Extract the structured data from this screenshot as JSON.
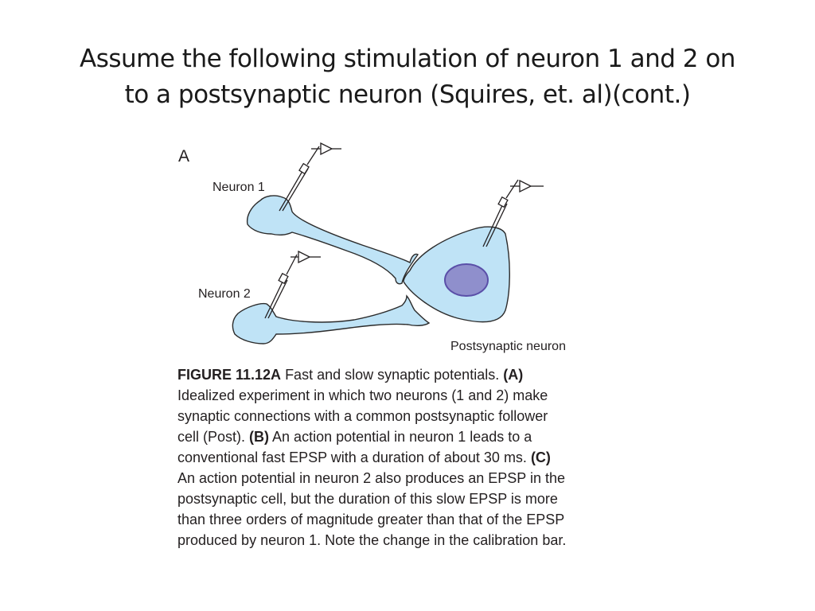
{
  "slide": {
    "title_lines": [
      "Assume the following stimulation of neuron 1 and 2 on",
      "to a postsynaptic neuron (Squires, et. al)(cont.)"
    ]
  },
  "figure": {
    "panel_label": "A",
    "neuron1_label": "Neuron 1",
    "neuron2_label": "Neuron 2",
    "post_label": "Postsynaptic neuron",
    "colors": {
      "cell_fill": "#bfe3f6",
      "cell_stroke": "#2b2b2b",
      "nucleus_fill": "#8f8fcc",
      "nucleus_stroke": "#5a4fa8"
    },
    "icons": [
      "electrode-icon",
      "amplifier-icon"
    ]
  },
  "caption": {
    "lines": [
      [
        {
          "t": "FIGURE 11.12A",
          "b": true
        },
        {
          "t": " Fast and slow synaptic potentials. "
        },
        {
          "t": "(A)",
          "b": true
        }
      ],
      [
        {
          "t": "Idealized experiment in which two neurons (1 and 2) make"
        }
      ],
      [
        {
          "t": "synaptic connections with a common postsynaptic follower"
        }
      ],
      [
        {
          "t": "cell (Post). "
        },
        {
          "t": "(B)",
          "b": true
        },
        {
          "t": " An action potential in neuron 1 leads to a"
        }
      ],
      [
        {
          "t": "conventional fast EPSP with a duration of about 30 ms. "
        },
        {
          "t": "(C)",
          "b": true
        }
      ],
      [
        {
          "t": "An action potential in neuron 2 also produces an EPSP in the"
        }
      ],
      [
        {
          "t": "postsynaptic cell, but the duration of this slow EPSP is more"
        }
      ],
      [
        {
          "t": "than three orders of magnitude greater than that of the EPSP"
        }
      ],
      [
        {
          "t": "produced by neuron 1. Note the change in the calibration bar."
        }
      ]
    ]
  }
}
